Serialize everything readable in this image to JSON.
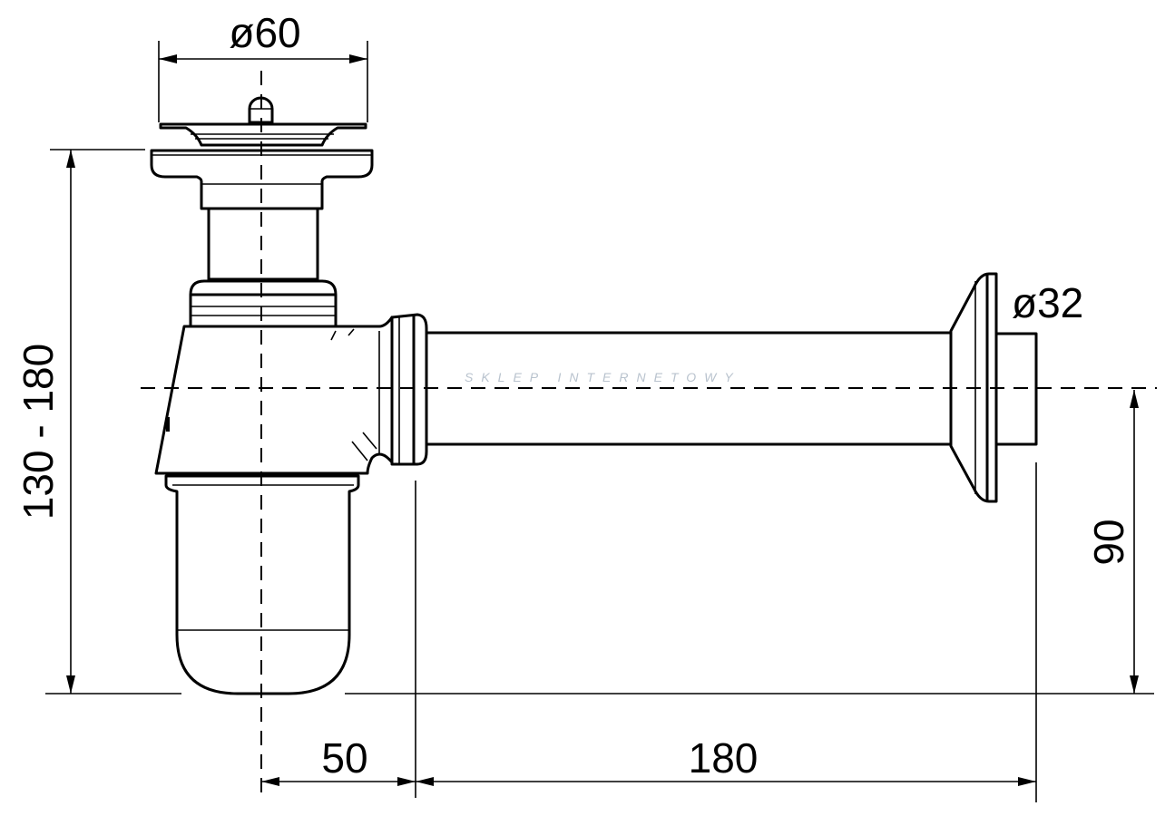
{
  "drawing": {
    "title": "Bottle trap technical drawing",
    "dimensions": {
      "plug_diameter": "ø60",
      "outlet_diameter": "ø32",
      "height_range": "130 - 180",
      "outlet_height": "90",
      "offset": "50",
      "outlet_length": "180"
    },
    "watermark": "SKLEP INTERNETOWY"
  }
}
